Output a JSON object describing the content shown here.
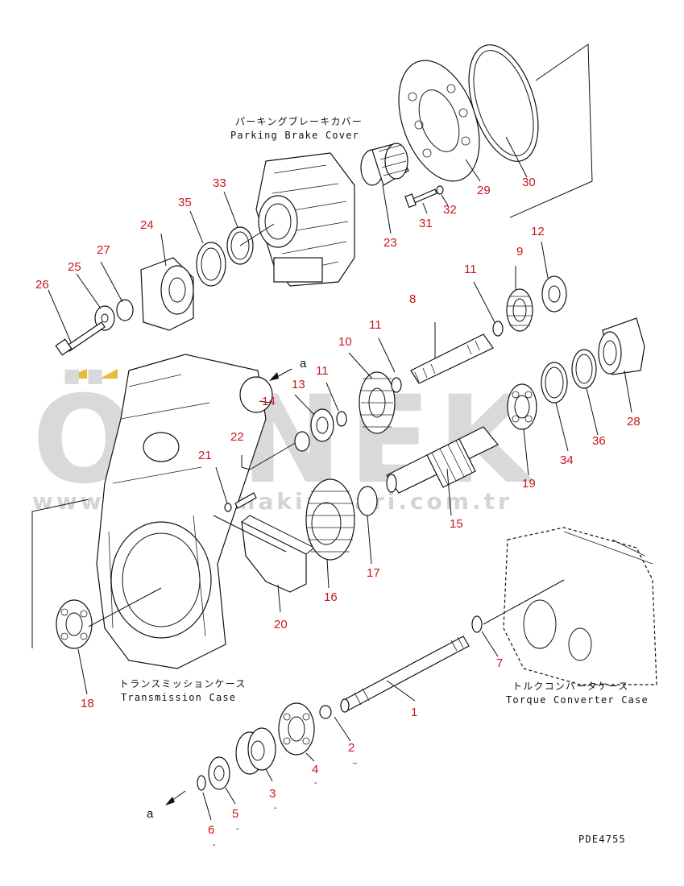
{
  "captions": {
    "parking_brake_jp": "パーキングブレーキカバー",
    "parking_brake_en": "Parking Brake Cover",
    "transmission_jp": "トランスミッションケース",
    "transmission_en": "Transmission Case",
    "torque_converter_jp": "トルクコンバータケース",
    "torque_converter_en": "Torque Converter Case"
  },
  "reference_marks": {
    "arrow_a_upper": "a",
    "arrow_a_lower": "a"
  },
  "drawing_code": "PDE4755",
  "watermark": {
    "brand": "ÖRNEK",
    "url": "www.ornekismakinalari.com.tr"
  },
  "part_numbers": [
    "1",
    "2",
    "3",
    "4",
    "5",
    "6",
    "7",
    "8",
    "9",
    "10",
    "11",
    "11",
    "11",
    "12",
    "13",
    "14",
    "15",
    "16",
    "17",
    "18",
    "19",
    "20",
    "21",
    "22",
    "23",
    "24",
    "25",
    "26",
    "27",
    "28",
    "29",
    "30",
    "31",
    "32",
    "33",
    "34",
    "35",
    "36"
  ],
  "minor_marks": {
    "p2": "_",
    "p3": "-",
    "p4": "-",
    "p5": "-",
    "p6": "-"
  },
  "colors": {
    "label_red": "#c8161d",
    "line": "#111111",
    "watermark_gray": "#d9d9d9",
    "watermark_accent": "#e8b93a"
  }
}
